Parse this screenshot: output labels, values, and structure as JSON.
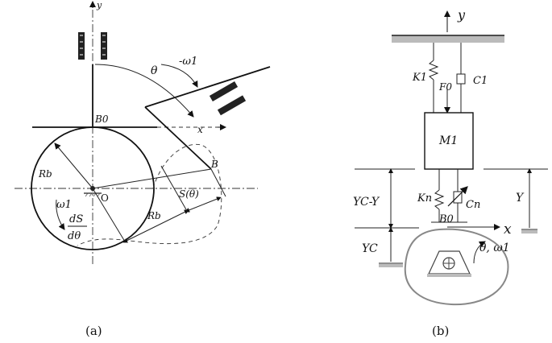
{
  "panel_a": {
    "caption": "(a)",
    "labels": {
      "y": "y",
      "x": "x",
      "theta": "θ",
      "neg_omega": "-ω1",
      "b0": "B0",
      "rb_left": "Rb",
      "rb_right": "Rb",
      "b": "B",
      "origin": "O",
      "omega1": "ω1",
      "ds": "dS",
      "dtheta": "dθ",
      "s_theta": "S(θ)"
    }
  },
  "panel_b": {
    "caption": "(b)",
    "labels": {
      "y": "y",
      "x": "x",
      "k1": "K1",
      "f0": "F0",
      "c1": "C1",
      "m1": "M1",
      "yc_minus_y": "YC-Y",
      "kn": "Kn",
      "cn": "Cn",
      "b0": "B0",
      "y_cap": "Y",
      "yc": "YC",
      "theta_omega": "θ, ω1"
    }
  }
}
